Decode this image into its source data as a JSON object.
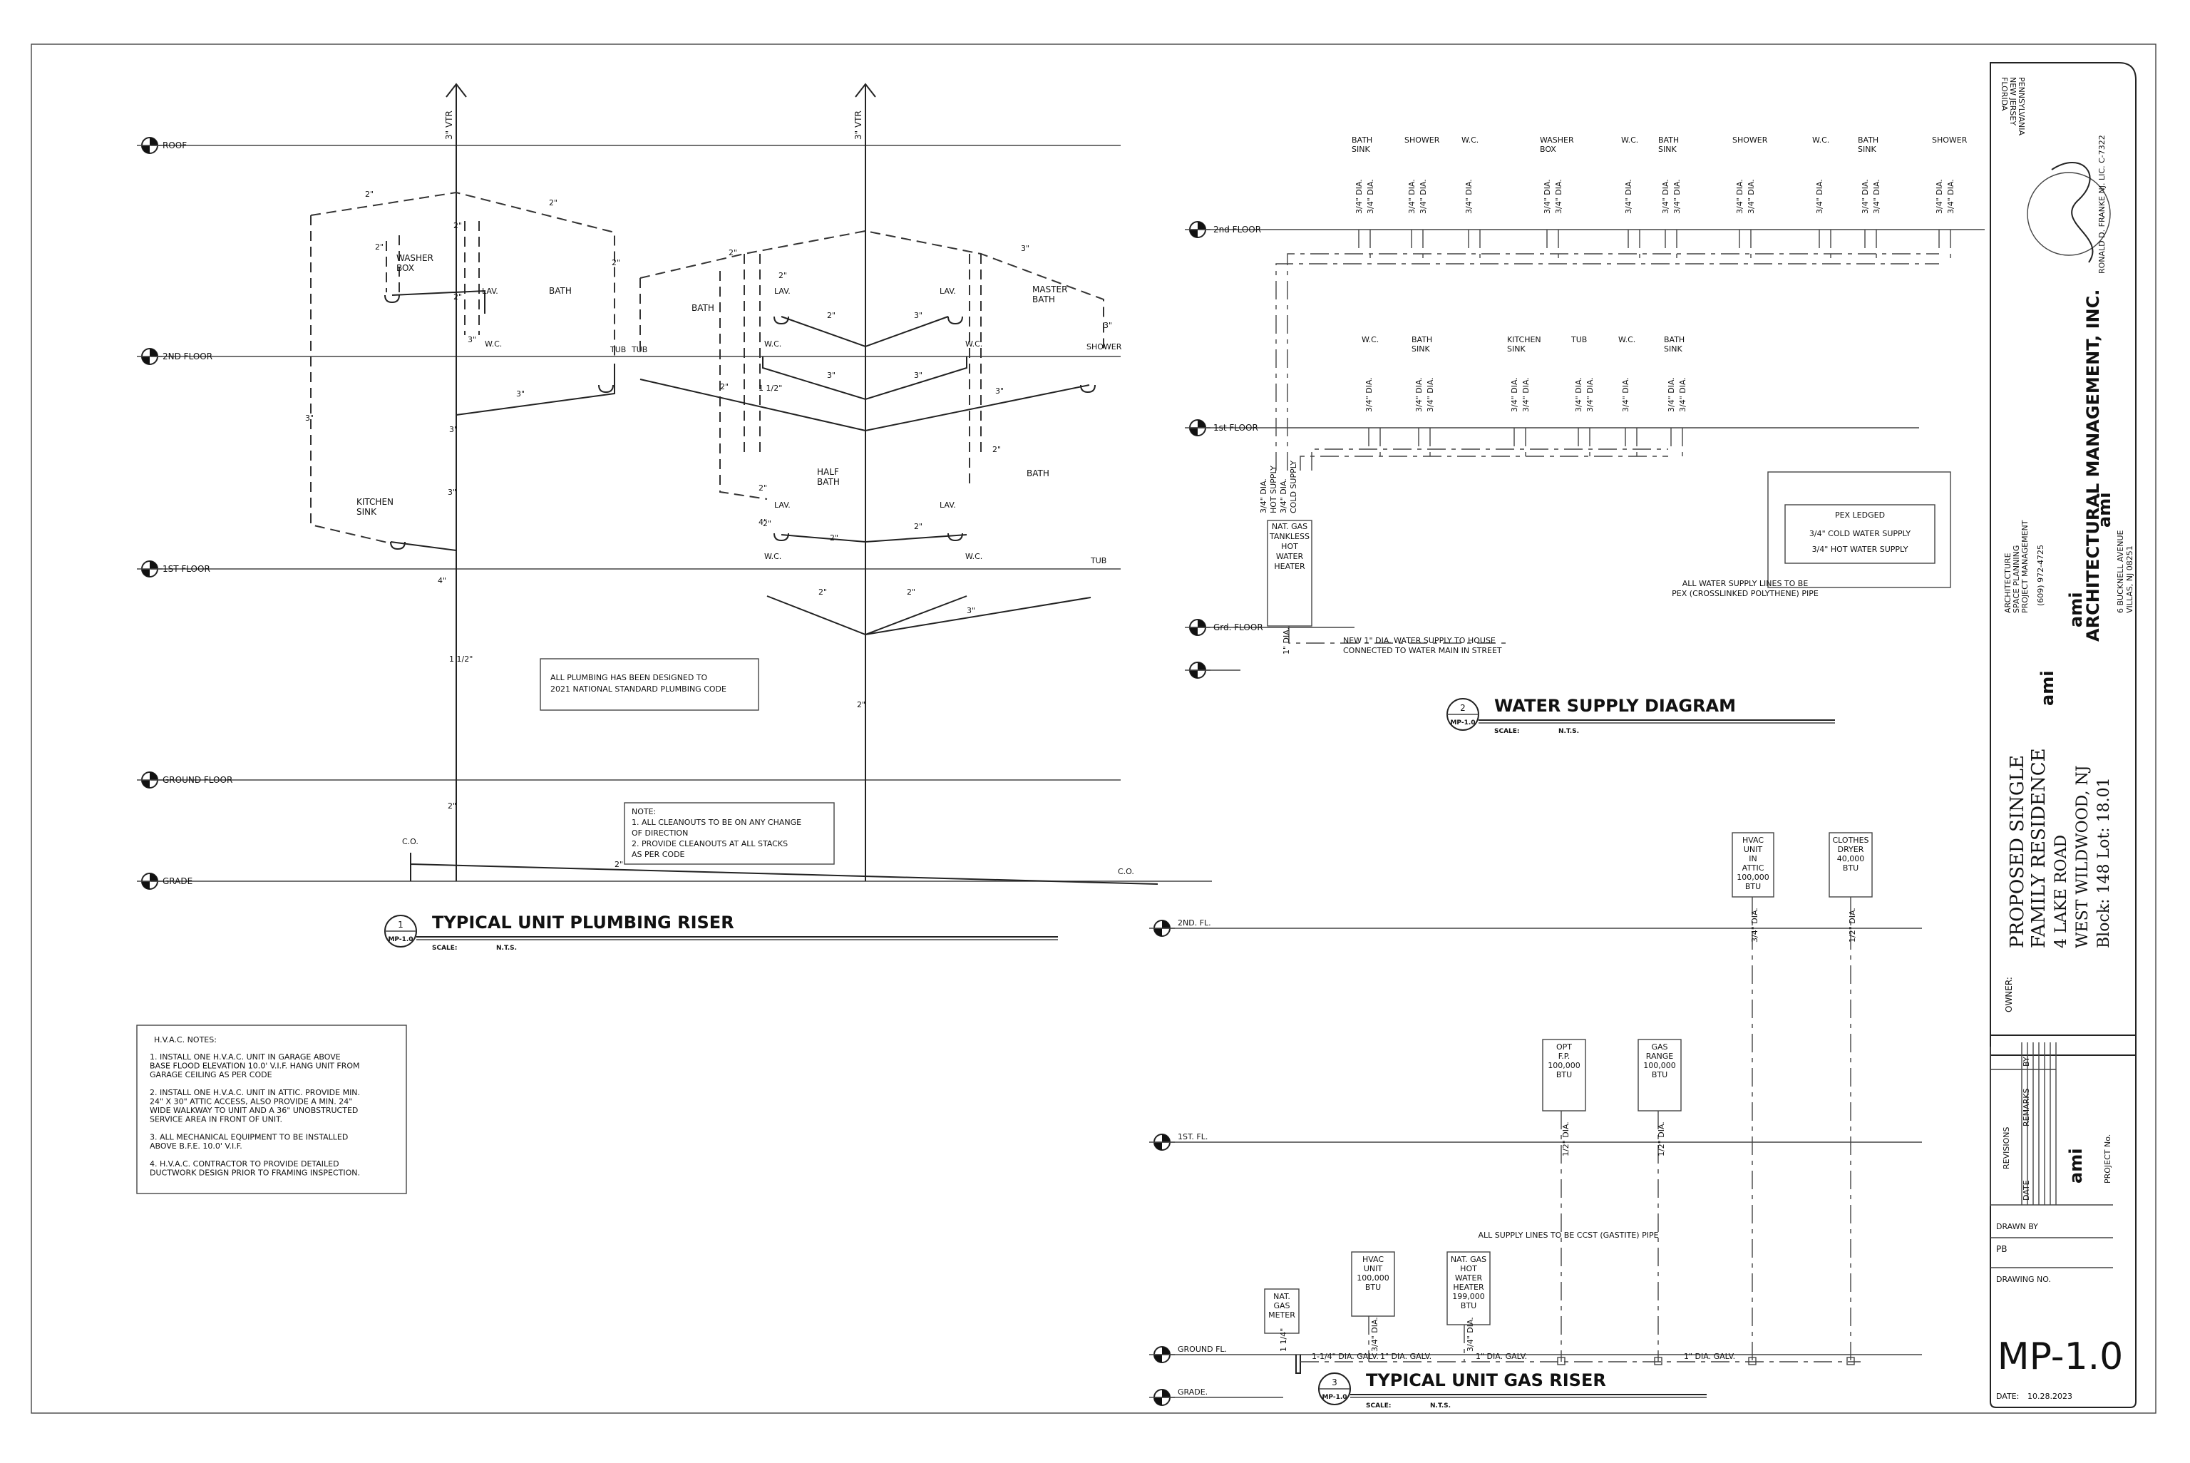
{
  "plumbing_riser": {
    "number": "1",
    "sheet_ref": "MP-1.0",
    "title": "TYPICAL UNIT PLUMBING RISER",
    "scale_label": "SCALE:",
    "scale": "N.T.S.",
    "levels": [
      "ROOF",
      "2ND FLOOR",
      "1ST FLOOR",
      "GROUND FLOOR",
      "GRADE"
    ],
    "vents": [
      "3\" VTR",
      "3\" VTR"
    ],
    "rooms": [
      "WASHER BOX",
      "BATH",
      "BATH",
      "MASTER BATH",
      "HALF BATH",
      "BATH",
      "KITCHEN SINK"
    ],
    "fixtures": [
      "LAV.",
      "LAV.",
      "LAV.",
      "LAV.",
      "LAV.",
      "W.C.",
      "W.C.",
      "W.C.",
      "W.C.",
      "W.C.",
      "TUB",
      "TUB",
      "TUB",
      "SHOWER"
    ],
    "cleanouts": [
      "C.O.",
      "C.O."
    ],
    "pipe_sizes": [
      "2\"",
      "2\"",
      "2\"",
      "2\"",
      "2\"",
      "2\"",
      "2\"",
      "2\"",
      "3\"",
      "3\"",
      "3\"",
      "3\"",
      "3\"",
      "3\"",
      "4\"",
      "1 1/2\""
    ],
    "code_note": [
      "ALL PLUMBING HAS BEEN DESIGNED TO",
      "2021 NATIONAL STANDARD PLUMBING CODE"
    ],
    "cleanout_note": [
      "NOTE:",
      "1. ALL CLEANOUTS TO BE ON ANY CHANGE",
      "OF DIRECTION",
      "2. PROVIDE CLEANOUTS AT ALL STACKS",
      "AS PER CODE"
    ]
  },
  "water_supply": {
    "number": "2",
    "sheet_ref": "MP-1.0",
    "title": "WATER SUPPLY DIAGRAM",
    "scale_label": "SCALE:",
    "scale": "N.T.S.",
    "levels": [
      "2nd FLOOR",
      "1st FLOOR",
      "Grd. FLOOR"
    ],
    "upper_fixtures": [
      "BATH SINK",
      "SHOWER",
      "W.C.",
      "WASHER BOX",
      "W.C.",
      "BATH SINK",
      "SHOWER",
      "W.C.",
      "BATH SINK",
      "SHOWER"
    ],
    "lower_fixtures": [
      "W.C.",
      "BATH SINK",
      "KITCHEN SINK",
      "TUB",
      "W.C.",
      "BATH SINK"
    ],
    "line_label": "3/4\" DIA.",
    "supply_labels": [
      "3/4\" DIA.",
      "HOT SUPPLY",
      "3/4\" DIA.",
      "COLD SUPPLY"
    ],
    "heater": [
      "NAT. GAS",
      "TANKLESS",
      "HOT",
      "WATER",
      "HEATER"
    ],
    "main_size": "1\" DIA.",
    "main_note": [
      "NEW 1\" DIA. WATER SUPPLY TO HOUSE",
      "CONNECTED TO WATER MAIN IN STREET"
    ],
    "legend": [
      "PEX LEDGED",
      "3/4\" COLD WATER SUPPLY",
      "3/4\" HOT WATER SUPPLY"
    ],
    "pex_note": [
      "ALL WATER SUPPLY LINES TO BE",
      "PEX (CROSSLINKED POLYTHENE) PIPE"
    ]
  },
  "gas_riser": {
    "number": "3",
    "sheet_ref": "MP-1.0",
    "title": "TYPICAL UNIT GAS RISER",
    "scale_label": "SCALE:",
    "scale": "N.T.S.",
    "levels": [
      "2ND. FL.",
      "1ST. FL.",
      "GROUND FL.",
      "GRADE."
    ],
    "appliances": [
      {
        "lines": [
          "HVAC",
          "UNIT",
          "IN",
          "ATTIC",
          "100,000",
          "BTU"
        ],
        "size": "3/4\" DIA."
      },
      {
        "lines": [
          "CLOTHES",
          "DRYER",
          "40,000",
          "BTU"
        ],
        "size": "1/2\" DIA."
      },
      {
        "lines": [
          "OPT",
          "F.P.",
          "100,000",
          "BTU"
        ],
        "size": "1/2\" DIA."
      },
      {
        "lines": [
          "GAS",
          "RANGE",
          "100,000",
          "BTU"
        ],
        "size": "1/2\" DIA."
      },
      {
        "lines": [
          "NAT.",
          "GAS",
          "METER"
        ],
        "size": "1 1/4\""
      },
      {
        "lines": [
          "HVAC",
          "UNIT",
          "100,000",
          "BTU"
        ],
        "size": "3/4\" DIA."
      },
      {
        "lines": [
          "NAT. GAS",
          "HOT",
          "WATER",
          "HEATER",
          "199,000",
          "BTU"
        ],
        "size": "3/4\" DIA."
      }
    ],
    "run_sizes": [
      "1-1/4\" DIA. GALV.",
      "1\" DIA. GALV.",
      "1\" DIA. GALV.",
      "1\" DIA. GALV."
    ],
    "supply_note": "ALL SUPPLY LINES TO BE CCST (GASTITE) PIPE"
  },
  "hvac_notes": {
    "title": "H.V.A.C. NOTES:",
    "lines": [
      "1. INSTALL ONE H.V.A.C. UNIT IN GARAGE ABOVE",
      "BASE FLOOD ELEVATION 10.0' V.I.F. HANG UNIT FROM",
      "GARAGE CEILING AS PER CODE",
      "",
      "2. INSTALL ONE H.V.A.C. UNIT IN ATTIC. PROVIDE MIN.",
      "24\" X 30\" ATTIC ACCESS, ALSO PROVIDE A MIN. 24\"",
      "WIDE WALKWAY TO UNIT AND A 36\" UNOBSTRUCTED",
      "SERVICE AREA IN FRONT OF UNIT.",
      "",
      "3. ALL MECHANICAL EQUIPMENT TO BE INSTALLED",
      "ABOVE B.F.E. 10.0' V.I.F.",
      "",
      "4. H.V.A.C. CONTRACTOR TO PROVIDE DETAILED",
      "DUCTWORK DESIGN PRIOR TO FRAMING INSPECTION."
    ]
  },
  "title_block": {
    "licenses": [
      "FLORIDA",
      "NEW JERSEY",
      "PENNSYLVANIA"
    ],
    "engineer": "RONALD D. FRANKE NJ. LIC. C-7322",
    "firm": "ARCHITECTURAL MANAGEMENT, INC.",
    "services": [
      "ARCHITECTURE",
      "SPACE PLANNING",
      "PROJECT MANAGEMENT"
    ],
    "phone": "(609) 972-4725",
    "address": [
      "6 BUCKNELL AVENUE",
      "VILLAS, NJ 08251"
    ],
    "logo_text": "ami",
    "project": [
      "PROPOSED SINGLE",
      "FAMILY RESIDENCE",
      "4 LAKE ROAD",
      "WEST WILDWOOD, NJ",
      "Block: 148 Lot: 18.01"
    ],
    "owner_label": "OWNER:",
    "revisions_label": "REVISIONS",
    "revision_cols": [
      "DATE",
      "REMARKS",
      "BY"
    ],
    "project_no_label": "PROJECT No.",
    "drawn_by_label": "DRAWN BY",
    "drawn_by": "PB",
    "drawing_no_label": "DRAWING NO.",
    "drawing_no": "MP-1.0",
    "date_label": "DATE:",
    "date": "10.28.2023"
  }
}
